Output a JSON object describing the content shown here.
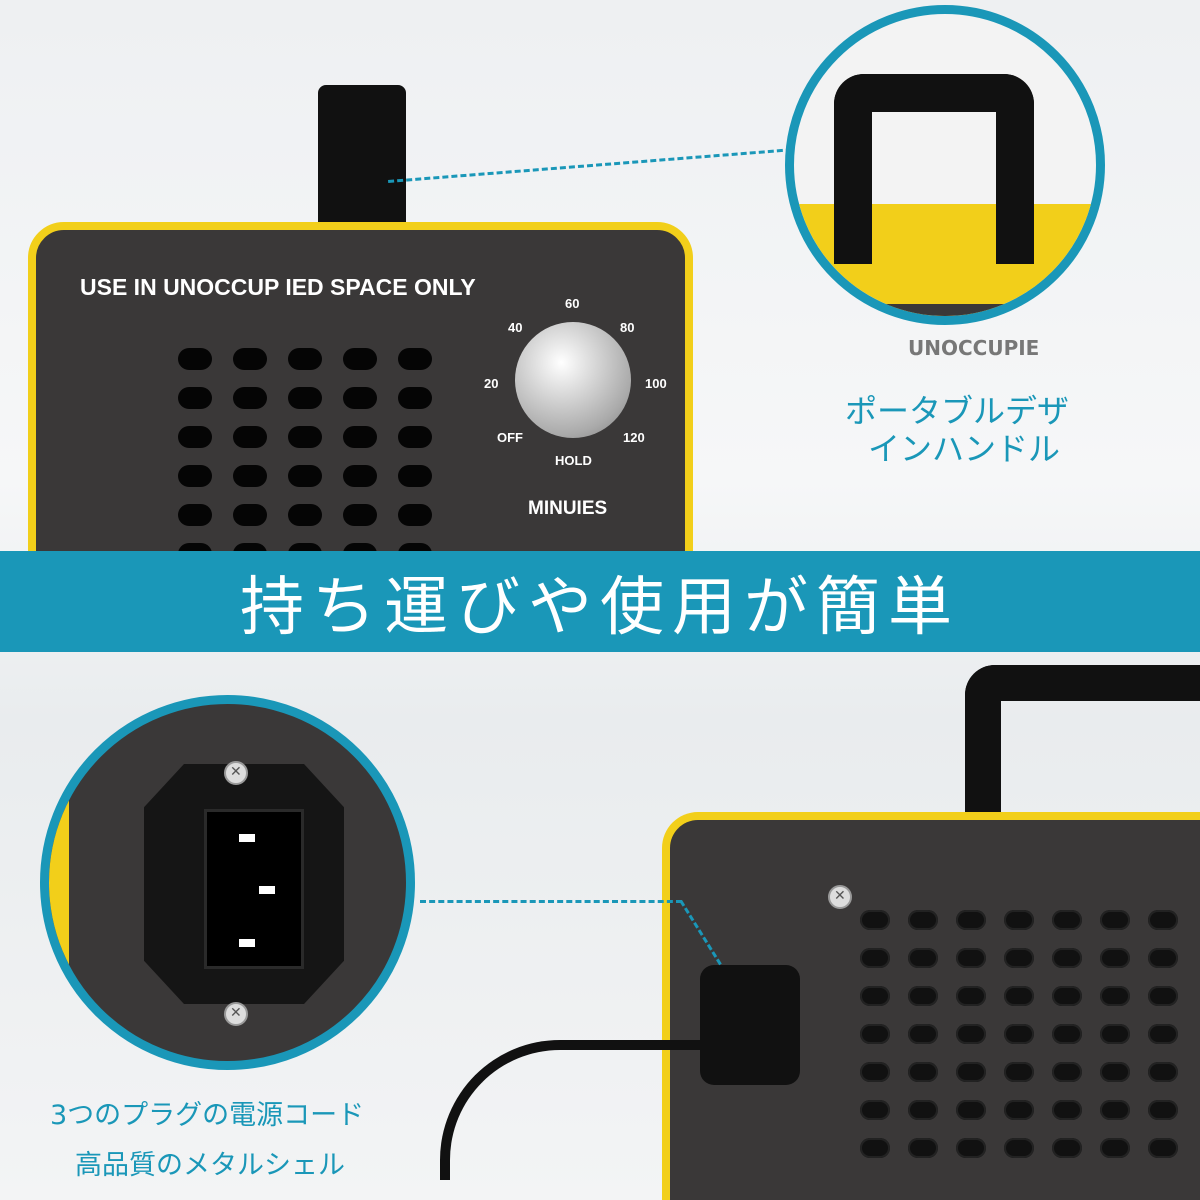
{
  "top_device": {
    "warning": "USE IN UNOCCUP IED SPACE ONLY",
    "dial_labels": [
      "OFF",
      "20",
      "40",
      "60",
      "80",
      "100",
      "120",
      "HOLD"
    ],
    "unit": "MINUIES"
  },
  "handle_callout": {
    "panel_text": "UNOCCUPIE",
    "caption_line1": "ポータブルデザ",
    "caption_line2": "インハンドル"
  },
  "banner": {
    "text": "持ち運びや使用が簡単"
  },
  "power_callout": {
    "caption_line1": "3つのプラグの電源コード",
    "caption_line2": "高品質のメタルシェル"
  },
  "colors": {
    "accent": "#1a97b8",
    "device_yellow": "#f2cf1a",
    "panel": "#3a3838"
  }
}
